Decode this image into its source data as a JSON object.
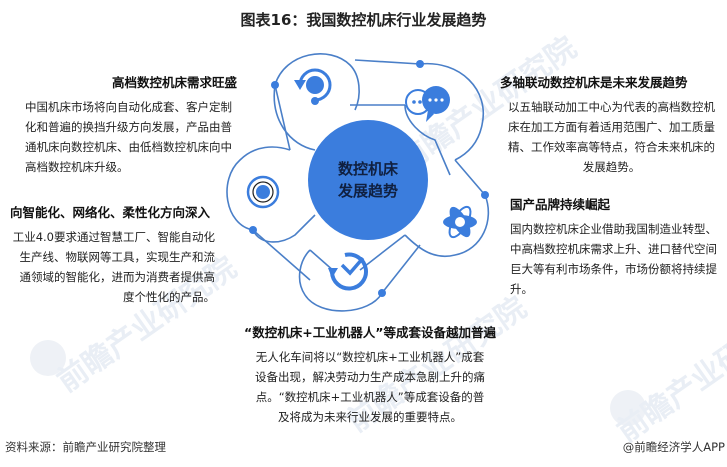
{
  "title": "图表16：我国数控机床行业发展趋势",
  "colors": {
    "accent": "#3b7ddd",
    "outline": "#4a7fc8",
    "text": "#222222"
  },
  "center": {
    "line1": "数控机床",
    "line2": "发展趋势"
  },
  "trends": [
    {
      "heading": "高档数控机床需求旺盛",
      "body": "中国机床市场将向自动化成套、客户定制化和普遍的换挡升级方向发展，产品由普通机床向数控机床、由低档数控机床向中高档数控机床升级。",
      "icon": "refresh-cycle-icon"
    },
    {
      "heading": "多轴联动数控机床是未来发展趋势",
      "body": "以五轴联动加工中心为代表的高档数控机床在加工方面有着适用范围广、加工质量精、工作效率高等特点，符合未来机床的发展趋势。",
      "icon": "chat-bubbles-icon"
    },
    {
      "heading": "国产品牌持续崛起",
      "body": "国内数控机床企业借助我国制造业转型、中高档数控机床需求上升、进口替代空间巨大等有利市场条件，市场份额将持续提升。",
      "icon": "atom-icon"
    },
    {
      "heading": "“数控机床+工业机器人”等成套设备越加普遍",
      "body": "无人化车间将以“数控机床+工业机器人”成套设备出现，解决劳动力生产成本急剧上升的痛点。“数控机床+工业机器人”等成套设备的普及将成为未来行业发展的重要特点。",
      "icon": "check-cycle-icon"
    },
    {
      "heading": "向智能化、网络化、柔性化方向深入",
      "body": "工业4.0要求通过智慧工厂、智能自动化生产线、物联网等工具，实现生产和流通领域的智能化，进而为消费者提供高度个性化的产品。",
      "icon": "target-icon"
    }
  ],
  "footer": {
    "source": "资料来源：前瞻产业研究院整理",
    "credit": "@前瞻经济学人APP"
  },
  "watermark": {
    "text": "前瞻产业研究院"
  }
}
